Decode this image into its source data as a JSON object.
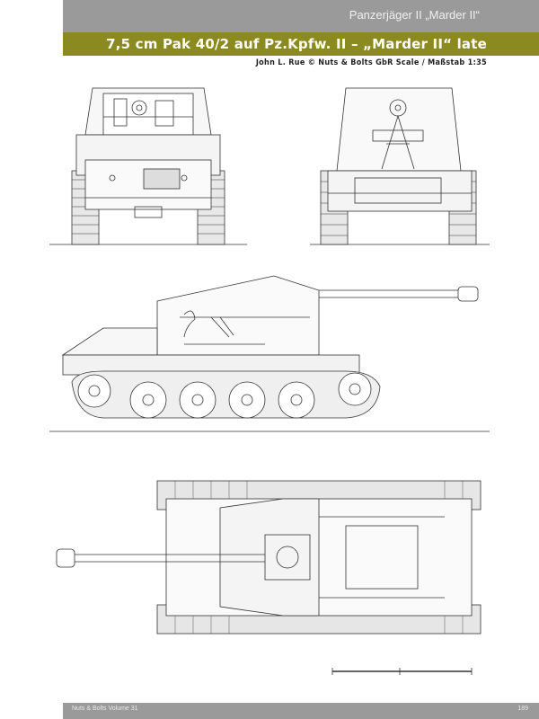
{
  "header": {
    "series_title": "Panzerjäger II „Marder II“",
    "main_title": "7,5 cm Pak 40/2 auf Pz.Kpfw. II – „Marder II“ late",
    "credit": "John L. Rue © Nuts & Bolts GbR Scale / Maßstab 1:35"
  },
  "footer": {
    "left_text": "Nuts & Bolts Volume 31",
    "page_number": "189"
  },
  "colors": {
    "header_gray": "#9a9a9a",
    "header_olive": "#8a8a20",
    "line": "#333333"
  },
  "views": [
    "front-view",
    "rear-view",
    "side-view",
    "top-view"
  ]
}
